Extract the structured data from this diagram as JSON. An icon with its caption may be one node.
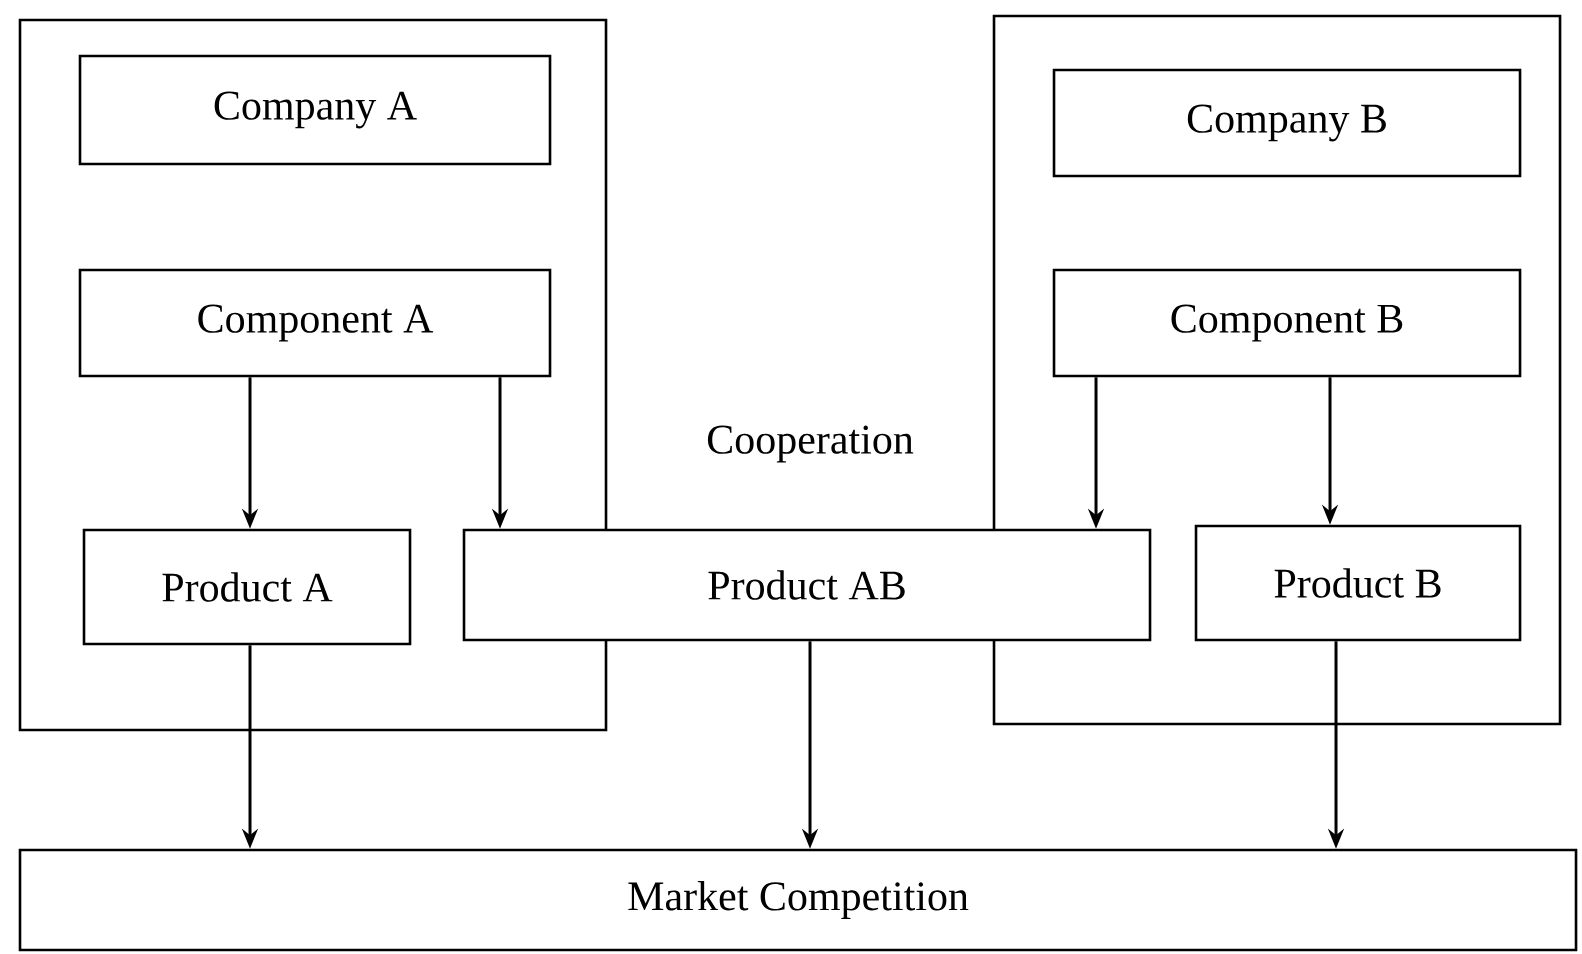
{
  "diagram": {
    "nodes": [
      {
        "text": [],
        "shape": "box"
      },
      {
        "text": [
          "Company A"
        ],
        "in": 0
      },
      {
        "text": [
          "Component A"
        ],
        "in": 0
      },
      {
        "text": [
          "Product A"
        ],
        "in": 0
      },
      {
        "text": [],
        "shape": "box"
      },
      {
        "text": [
          "Company B"
        ],
        "in": 4
      },
      {
        "text": [
          "Component B"
        ],
        "in": 4
      },
      {
        "text": [
          "Product B"
        ],
        "in": 4
      },
      {
        "text": [
          "Product AB"
        ]
      },
      {
        "text": [
          "Market Competition"
        ]
      }
    ],
    "edges": [
      {
        "from": 2,
        "to": 3,
        "arrow": "to"
      },
      {
        "from": 2,
        "to": 8,
        "arrow": "to"
      },
      {
        "from": 6,
        "to": 8,
        "arrow": "to"
      },
      {
        "from": 6,
        "to": 7,
        "arrow": "to"
      },
      {
        "from": 3,
        "to": 9,
        "arrow": "to"
      },
      {
        "from": 8,
        "to": 9,
        "arrow": "to"
      },
      {
        "from": 7,
        "to": 9,
        "arrow": "to"
      }
    ],
    "labels": [
      "Cooperation"
    ]
  }
}
